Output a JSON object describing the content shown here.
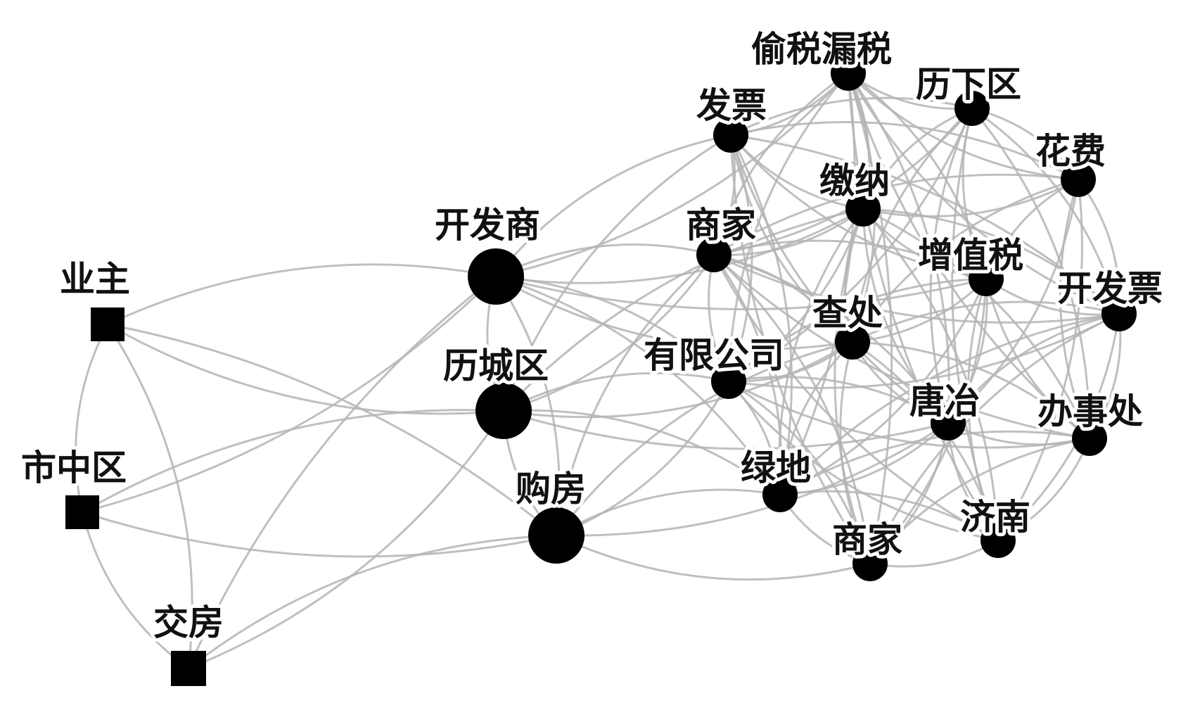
{
  "colors": {
    "node": "#000000",
    "edge": "#b4b4b4",
    "background": "#ffffff"
  },
  "nodes": [
    {
      "id": "yezhu",
      "label": "业主",
      "shape": "square",
      "group": "left"
    },
    {
      "id": "shizhongqu",
      "label": "市中区",
      "shape": "square",
      "group": "left"
    },
    {
      "id": "jiaofang",
      "label": "交房",
      "shape": "square",
      "group": "left"
    },
    {
      "id": "kaifashang",
      "label": "开发商",
      "shape": "circle",
      "group": "middle"
    },
    {
      "id": "lichengqu",
      "label": "历城区",
      "shape": "circle",
      "group": "middle"
    },
    {
      "id": "goufang",
      "label": "购房",
      "shape": "circle",
      "group": "middle"
    },
    {
      "id": "toushui",
      "label": "偷税漏税",
      "shape": "circle",
      "group": "right"
    },
    {
      "id": "lixiaqu",
      "label": "历下区",
      "shape": "circle",
      "group": "right"
    },
    {
      "id": "fapiao",
      "label": "发票",
      "shape": "circle",
      "group": "right"
    },
    {
      "id": "huafei",
      "label": "花费",
      "shape": "circle",
      "group": "right"
    },
    {
      "id": "jiaona",
      "label": "缴纳",
      "shape": "circle",
      "group": "right"
    },
    {
      "id": "shangjia1",
      "label": "商家",
      "shape": "circle",
      "group": "right"
    },
    {
      "id": "zengzhishui",
      "label": "增值税",
      "shape": "circle",
      "group": "right"
    },
    {
      "id": "kaifapiao",
      "label": "开发票",
      "shape": "circle",
      "group": "right"
    },
    {
      "id": "chachu",
      "label": "查处",
      "shape": "circle",
      "group": "right"
    },
    {
      "id": "youxian",
      "label": "有限公司",
      "shape": "circle",
      "group": "right"
    },
    {
      "id": "tangye",
      "label": "唐冶",
      "shape": "circle",
      "group": "right"
    },
    {
      "id": "banshichu",
      "label": "办事处",
      "shape": "circle",
      "group": "right"
    },
    {
      "id": "lvdi",
      "label": "绿地",
      "shape": "circle",
      "group": "right"
    },
    {
      "id": "jinan",
      "label": "济南",
      "shape": "circle",
      "group": "right"
    },
    {
      "id": "shangjia2",
      "label": "商家",
      "shape": "circle",
      "group": "right"
    }
  ],
  "edges": [
    [
      "yezhu",
      "shizhongqu"
    ],
    [
      "yezhu",
      "jiaofang"
    ],
    [
      "shizhongqu",
      "jiaofang"
    ],
    [
      "yezhu",
      "kaifashang"
    ],
    [
      "yezhu",
      "lichengqu"
    ],
    [
      "yezhu",
      "goufang"
    ],
    [
      "shizhongqu",
      "kaifashang"
    ],
    [
      "shizhongqu",
      "lichengqu"
    ],
    [
      "shizhongqu",
      "goufang"
    ],
    [
      "jiaofang",
      "kaifashang"
    ],
    [
      "jiaofang",
      "lichengqu"
    ],
    [
      "jiaofang",
      "goufang"
    ],
    [
      "kaifashang",
      "lichengqu"
    ],
    [
      "kaifashang",
      "goufang"
    ],
    [
      "lichengqu",
      "goufang"
    ],
    [
      "kaifashang",
      "fapiao"
    ],
    [
      "kaifashang",
      "toushui"
    ],
    [
      "kaifashang",
      "shangjia1"
    ],
    [
      "kaifashang",
      "jiaona"
    ],
    [
      "kaifashang",
      "youxian"
    ],
    [
      "kaifashang",
      "chachu"
    ],
    [
      "kaifashang",
      "lvdi"
    ],
    [
      "kaifashang",
      "zengzhishui"
    ],
    [
      "lichengqu",
      "fapiao"
    ],
    [
      "lichengqu",
      "shangjia1"
    ],
    [
      "lichengqu",
      "youxian"
    ],
    [
      "lichengqu",
      "chachu"
    ],
    [
      "lichengqu",
      "lvdi"
    ],
    [
      "lichengqu",
      "tangye"
    ],
    [
      "lichengqu",
      "jiaona"
    ],
    [
      "goufang",
      "youxian"
    ],
    [
      "goufang",
      "lvdi"
    ],
    [
      "goufang",
      "shangjia2"
    ],
    [
      "goufang",
      "chachu"
    ],
    [
      "goufang",
      "tangye"
    ],
    [
      "goufang",
      "shangjia1"
    ],
    [
      "toushui",
      "lixiaqu"
    ],
    [
      "toushui",
      "fapiao"
    ],
    [
      "toushui",
      "huafei"
    ],
    [
      "toushui",
      "jiaona"
    ],
    [
      "toushui",
      "shangjia1"
    ],
    [
      "toushui",
      "zengzhishui"
    ],
    [
      "toushui",
      "kaifapiao"
    ],
    [
      "toushui",
      "chachu"
    ],
    [
      "toushui",
      "youxian"
    ],
    [
      "toushui",
      "tangye"
    ],
    [
      "toushui",
      "banshichu"
    ],
    [
      "toushui",
      "lvdi"
    ],
    [
      "toushui",
      "jinan"
    ],
    [
      "toushui",
      "shangjia2"
    ],
    [
      "lixiaqu",
      "fapiao"
    ],
    [
      "lixiaqu",
      "huafei"
    ],
    [
      "lixiaqu",
      "jiaona"
    ],
    [
      "lixiaqu",
      "shangjia1"
    ],
    [
      "lixiaqu",
      "zengzhishui"
    ],
    [
      "lixiaqu",
      "kaifapiao"
    ],
    [
      "lixiaqu",
      "chachu"
    ],
    [
      "lixiaqu",
      "youxian"
    ],
    [
      "lixiaqu",
      "tangye"
    ],
    [
      "lixiaqu",
      "banshichu"
    ],
    [
      "lixiaqu",
      "jinan"
    ],
    [
      "fapiao",
      "huafei"
    ],
    [
      "fapiao",
      "jiaona"
    ],
    [
      "fapiao",
      "shangjia1"
    ],
    [
      "fapiao",
      "zengzhishui"
    ],
    [
      "fapiao",
      "kaifapiao"
    ],
    [
      "fapiao",
      "chachu"
    ],
    [
      "fapiao",
      "youxian"
    ],
    [
      "fapiao",
      "tangye"
    ],
    [
      "fapiao",
      "lvdi"
    ],
    [
      "fapiao",
      "shangjia2"
    ],
    [
      "huafei",
      "jiaona"
    ],
    [
      "huafei",
      "zengzhishui"
    ],
    [
      "huafei",
      "kaifapiao"
    ],
    [
      "huafei",
      "chachu"
    ],
    [
      "huafei",
      "tangye"
    ],
    [
      "huafei",
      "banshichu"
    ],
    [
      "huafei",
      "jinan"
    ],
    [
      "huafei",
      "shangjia1"
    ],
    [
      "jiaona",
      "shangjia1"
    ],
    [
      "jiaona",
      "zengzhishui"
    ],
    [
      "jiaona",
      "kaifapiao"
    ],
    [
      "jiaona",
      "chachu"
    ],
    [
      "jiaona",
      "youxian"
    ],
    [
      "jiaona",
      "tangye"
    ],
    [
      "jiaona",
      "banshichu"
    ],
    [
      "jiaona",
      "lvdi"
    ],
    [
      "jiaona",
      "jinan"
    ],
    [
      "jiaona",
      "shangjia2"
    ],
    [
      "shangjia1",
      "zengzhishui"
    ],
    [
      "shangjia1",
      "kaifapiao"
    ],
    [
      "shangjia1",
      "chachu"
    ],
    [
      "shangjia1",
      "youxian"
    ],
    [
      "shangjia1",
      "tangye"
    ],
    [
      "shangjia1",
      "banshichu"
    ],
    [
      "shangjia1",
      "lvdi"
    ],
    [
      "shangjia1",
      "jinan"
    ],
    [
      "shangjia1",
      "shangjia2"
    ],
    [
      "zengzhishui",
      "kaifapiao"
    ],
    [
      "zengzhishui",
      "chachu"
    ],
    [
      "zengzhishui",
      "youxian"
    ],
    [
      "zengzhishui",
      "tangye"
    ],
    [
      "zengzhishui",
      "banshichu"
    ],
    [
      "zengzhishui",
      "lvdi"
    ],
    [
      "zengzhishui",
      "jinan"
    ],
    [
      "zengzhishui",
      "shangjia2"
    ],
    [
      "kaifapiao",
      "chachu"
    ],
    [
      "kaifapiao",
      "youxian"
    ],
    [
      "kaifapiao",
      "tangye"
    ],
    [
      "kaifapiao",
      "banshichu"
    ],
    [
      "kaifapiao",
      "lvdi"
    ],
    [
      "kaifapiao",
      "jinan"
    ],
    [
      "kaifapiao",
      "shangjia2"
    ],
    [
      "chachu",
      "youxian"
    ],
    [
      "chachu",
      "tangye"
    ],
    [
      "chachu",
      "banshichu"
    ],
    [
      "chachu",
      "lvdi"
    ],
    [
      "chachu",
      "jinan"
    ],
    [
      "chachu",
      "shangjia2"
    ],
    [
      "youxian",
      "tangye"
    ],
    [
      "youxian",
      "banshichu"
    ],
    [
      "youxian",
      "lvdi"
    ],
    [
      "youxian",
      "jinan"
    ],
    [
      "youxian",
      "shangjia2"
    ],
    [
      "tangye",
      "banshichu"
    ],
    [
      "tangye",
      "lvdi"
    ],
    [
      "tangye",
      "jinan"
    ],
    [
      "tangye",
      "shangjia2"
    ],
    [
      "banshichu",
      "lvdi"
    ],
    [
      "banshichu",
      "jinan"
    ],
    [
      "banshichu",
      "shangjia2"
    ],
    [
      "lvdi",
      "jinan"
    ],
    [
      "lvdi",
      "shangjia2"
    ],
    [
      "jinan",
      "shangjia2"
    ]
  ]
}
